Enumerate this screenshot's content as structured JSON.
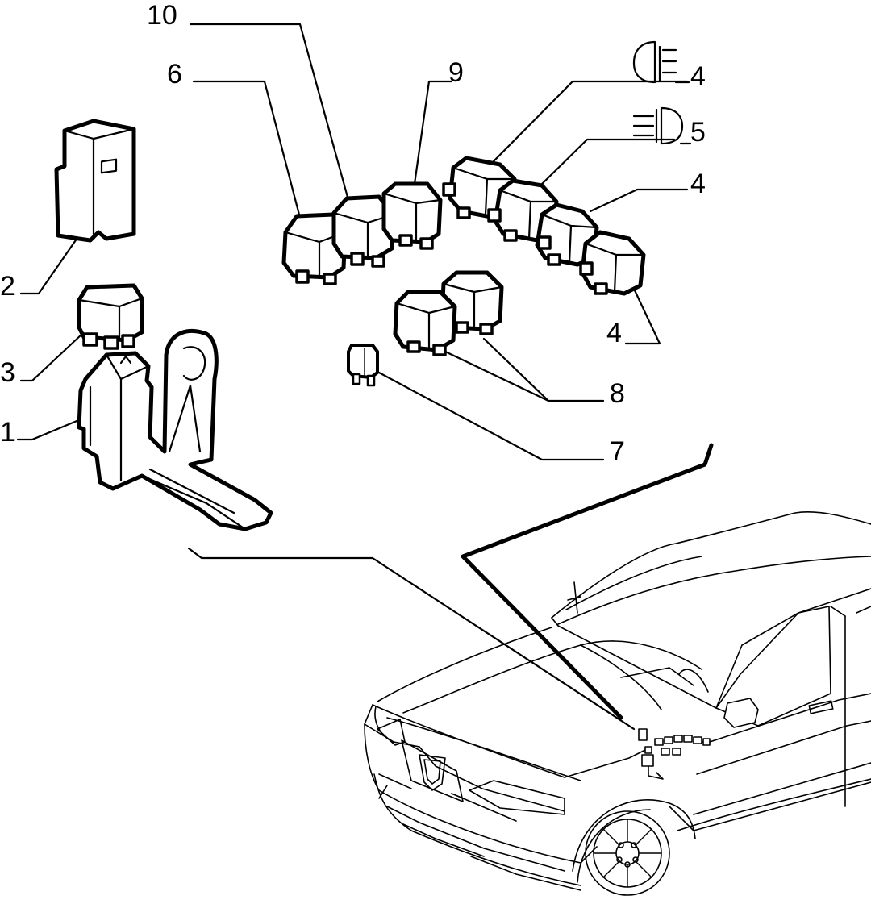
{
  "callouts": [
    {
      "id": "1",
      "text": "1"
    },
    {
      "id": "2",
      "text": "2"
    },
    {
      "id": "3",
      "text": "3"
    },
    {
      "id": "4a",
      "text": "4"
    },
    {
      "id": "4b",
      "text": "4"
    },
    {
      "id": "4c",
      "text": "4"
    },
    {
      "id": "5",
      "text": "5"
    },
    {
      "id": "6",
      "text": "6"
    },
    {
      "id": "7",
      "text": "7"
    },
    {
      "id": "8",
      "text": "8"
    },
    {
      "id": "9",
      "text": "9"
    },
    {
      "id": "10",
      "text": "10"
    }
  ],
  "icons": {
    "fog_light": "fog-light-icon",
    "rear_fog_light": "rear-fog-light-icon"
  },
  "colors": {
    "line": "#000000",
    "background": "#ffffff"
  }
}
